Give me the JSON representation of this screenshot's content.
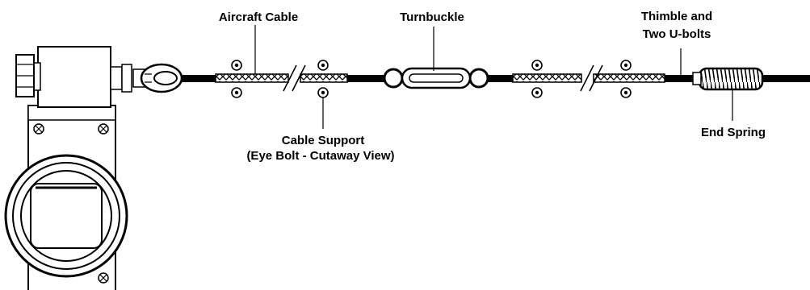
{
  "labels": {
    "aircraft_cable": "Aircraft Cable",
    "turnbuckle": "Turnbuckle",
    "thimble_line1": "Thimble and",
    "thimble_line2": "Two U-bolts",
    "cable_support_line1": "Cable Support",
    "cable_support_line2": "(Eye Bolt - Cutaway View)",
    "end_spring": "End Spring"
  }
}
